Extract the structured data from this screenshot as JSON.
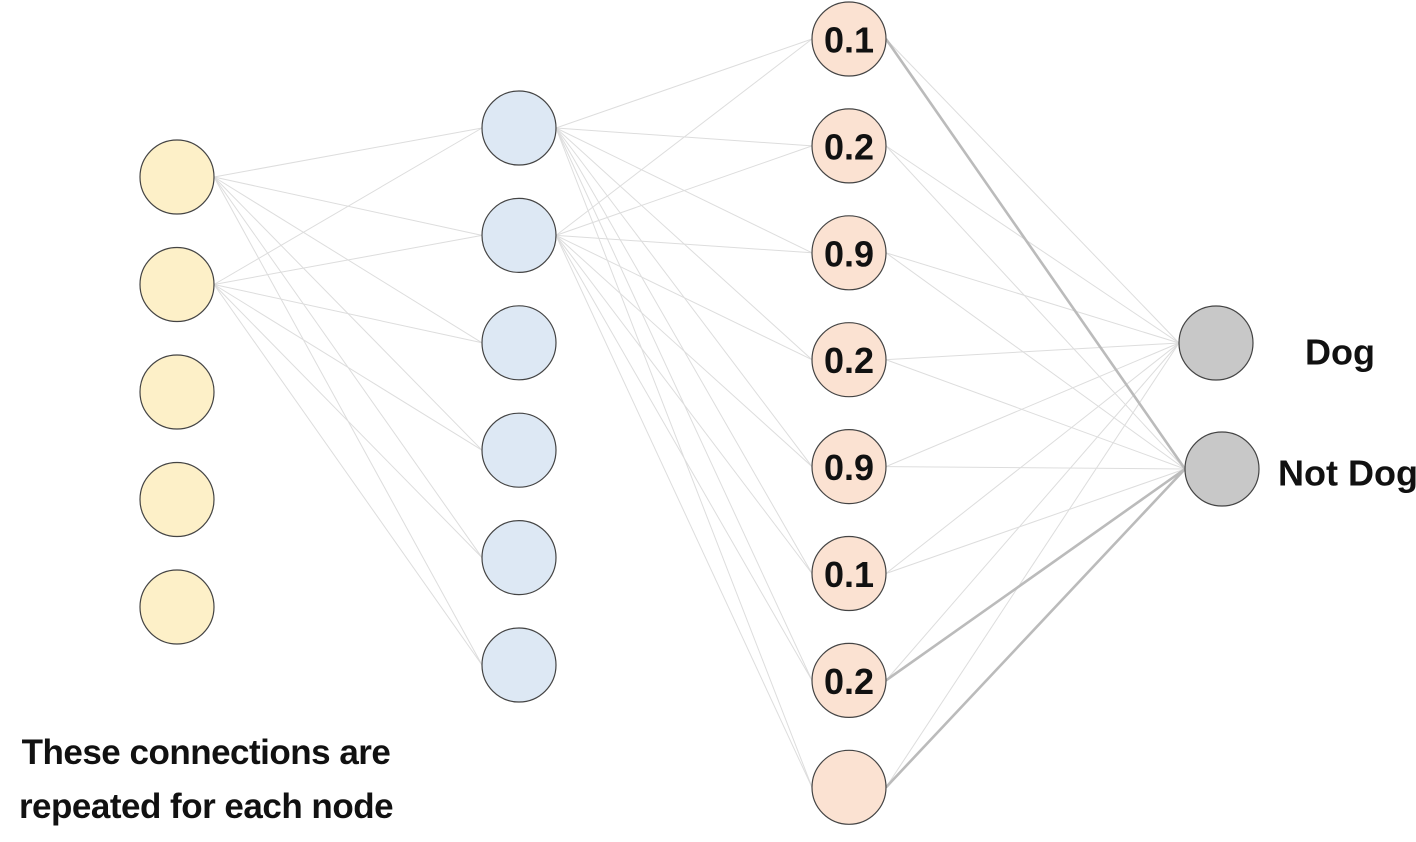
{
  "colors": {
    "input_fill": "#fdf0c8",
    "hidden1_fill": "#dde8f4",
    "hidden2_fill": "#fbe2d2",
    "output_fill": "#c8c8c8",
    "node_stroke": "#444444",
    "light_edge": "#dddddd",
    "strong_edge": "#bbbbbb"
  },
  "layers": {
    "input": {
      "count": 5
    },
    "hidden1": {
      "count": 6
    },
    "hidden2": {
      "values": [
        "0.1",
        "0.2",
        "0.9",
        "0.2",
        "0.9",
        "0.1",
        "0.2",
        ""
      ]
    },
    "output": {
      "labels": [
        "Dog",
        "Not Dog"
      ]
    }
  },
  "caption": {
    "line1": "These connections are",
    "line2": "repeated for each node"
  }
}
